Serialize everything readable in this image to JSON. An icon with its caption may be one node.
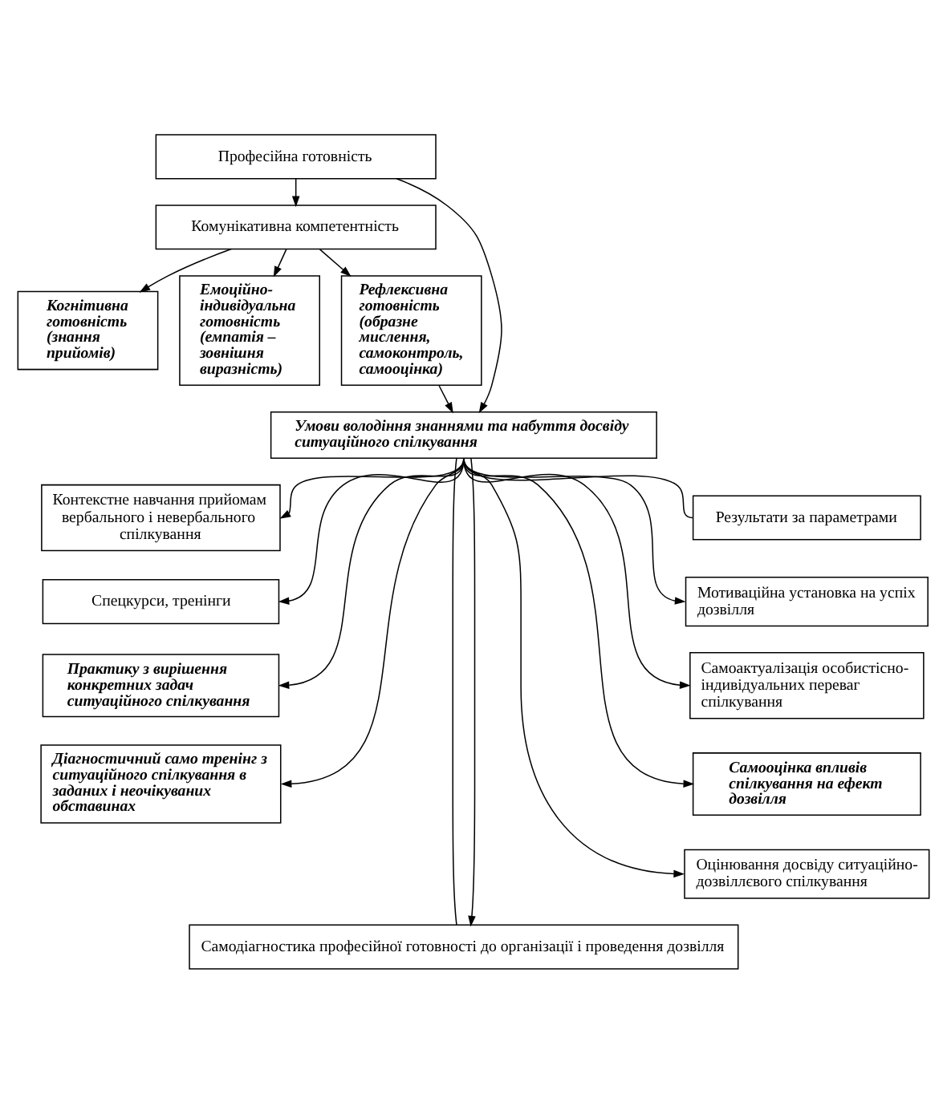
{
  "diagram": {
    "nodes": [
      {
        "text": [
          "Професійна готовність"
        ]
      },
      {
        "text": [
          "Комунікативна компетентність"
        ]
      },
      {
        "text": [
          "Когнітивна готовність (знання прийомів)"
        ]
      },
      {
        "text": [
          "Емоційно-індивідуальна готовність (емпатія – зовнішня виразність)"
        ]
      },
      {
        "text": [
          "Рефлексивна готовність (образне мислення, самоконтроль, самооцінка)"
        ]
      },
      {
        "text": [
          "Умови володіння знаннями та набуття досвіду ситуаційного спілкування"
        ]
      },
      {
        "text": [
          "Контекстне навчання прийомам вербального і невербального спілкування"
        ]
      },
      {
        "text": [
          "Спецкурси, тренінги"
        ]
      },
      {
        "text": [
          "Практику з вирішення конкретних задач ситуаційного спілкування"
        ]
      },
      {
        "text": [
          "Діагностичний само тренінг з ситуаційного спілкування в заданих і неочікуваних обставинах"
        ]
      },
      {
        "text": [
          "Результати за параметрами"
        ]
      },
      {
        "text": [
          "Мотиваційна установка на успіх дозвілля"
        ]
      },
      {
        "text": [
          "Самоактуалізація особистісно-індивідуальних переваг спілкування"
        ]
      },
      {
        "text": [
          "Самооцінка впливів спілкування на ефект дозвілля"
        ]
      },
      {
        "text": [
          "Оцінювання досвіду ситуаційно-дозвіллєвого спілкування"
        ]
      },
      {
        "text": [
          "Самодіагностика професійної готовності до організації і проведення дозвілля"
        ]
      }
    ],
    "edges": [
      {
        "from": 0,
        "to": 1,
        "arrow": "to"
      },
      {
        "from": 1,
        "to": 2,
        "arrow": "to"
      },
      {
        "from": 1,
        "to": 3,
        "arrow": "to"
      },
      {
        "from": 1,
        "to": 4,
        "arrow": "to"
      },
      {
        "from": 0,
        "to": 5,
        "arrow": "to"
      },
      {
        "from": 4,
        "to": 5,
        "arrow": "to"
      },
      {
        "from": 5,
        "to": 6,
        "arrow": "to"
      },
      {
        "from": 5,
        "to": 7,
        "arrow": "to"
      },
      {
        "from": 5,
        "to": 8,
        "arrow": "to"
      },
      {
        "from": 5,
        "to": 9,
        "arrow": "to"
      },
      {
        "from": 5,
        "to": 15,
        "arrow": "none"
      },
      {
        "from": 5,
        "to": 15,
        "arrow": "to"
      },
      {
        "from": 5,
        "to": 14,
        "arrow": "to"
      },
      {
        "from": 5,
        "to": 13,
        "arrow": "to"
      },
      {
        "from": 5,
        "to": 12,
        "arrow": "to"
      },
      {
        "from": 5,
        "to": 11,
        "arrow": "to"
      },
      {
        "from": 5,
        "to": 10,
        "arrow": "none"
      }
    ]
  }
}
